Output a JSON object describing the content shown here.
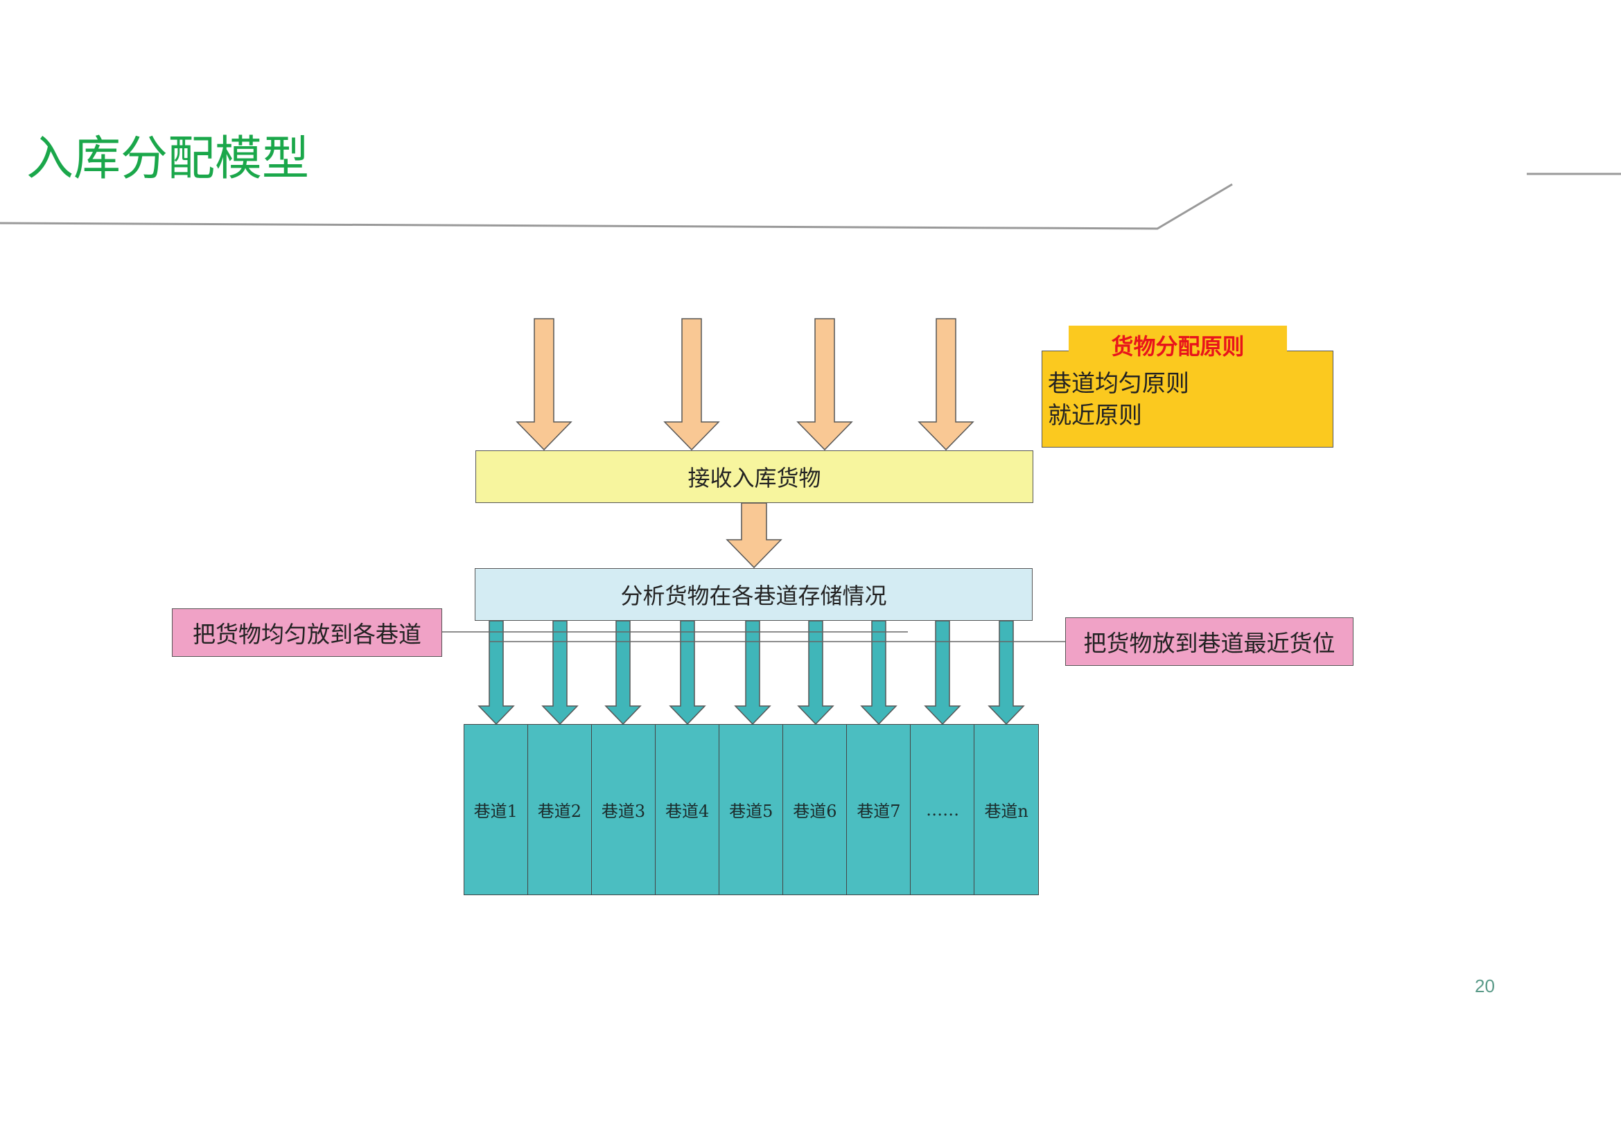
{
  "title": "入库分配模型",
  "page_number": "20",
  "principle": {
    "header": "货物分配原则",
    "items": [
      "巷道均匀原则",
      "就近原则"
    ]
  },
  "flow": {
    "receive": "接收入库货物",
    "analyze": "分析货物在各巷道存储情况",
    "even_strategy": "把货物均匀放到各巷道",
    "near_strategy": "把货物放到巷道最近货位"
  },
  "lanes": [
    "巷道1",
    "巷道2",
    "巷道3",
    "巷道4",
    "巷道5",
    "巷道6",
    "巷道7",
    "……",
    "巷道n"
  ],
  "colors": {
    "title": "#1aa74a",
    "input_arrow": "#f9c894",
    "lane_arrow": "#40b6b9",
    "lane_fill": "#4bbec1",
    "principle_fill": "#fbc91f",
    "principle_header_text": "#e8141b",
    "strategy_fill": "#f0a2c6"
  }
}
